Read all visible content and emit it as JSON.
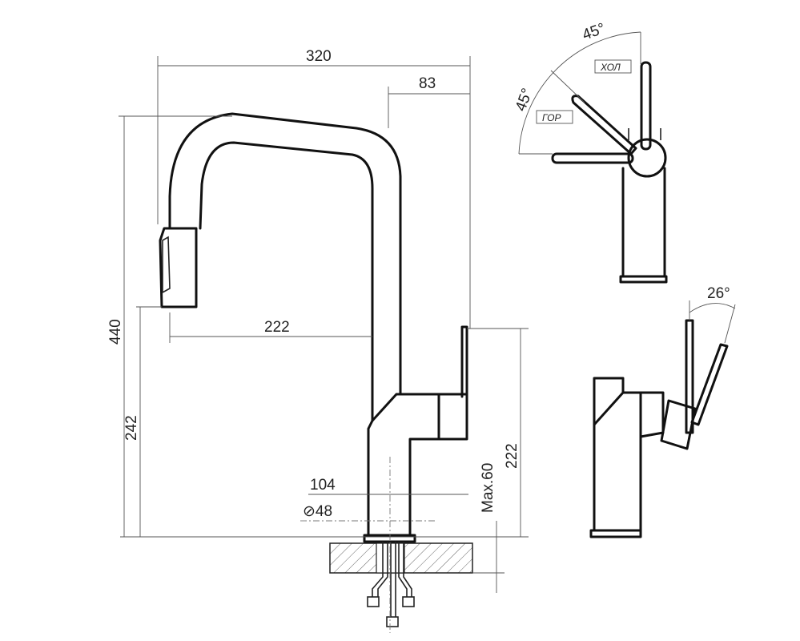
{
  "drawing": {
    "dimensions": {
      "total_width": "320",
      "lever_offset": "83",
      "total_height": "440",
      "spout_reach": "222",
      "spout_height": "242",
      "body_height": "222",
      "base_width": "104",
      "base_diameter": "⊘48",
      "max_counter_thickness": "Max.60",
      "cold_angle": "45°",
      "hot_angle": "45°",
      "lever_tilt": "26°"
    },
    "labels": {
      "cold": "ХОЛ",
      "hot": "ГОР"
    }
  }
}
